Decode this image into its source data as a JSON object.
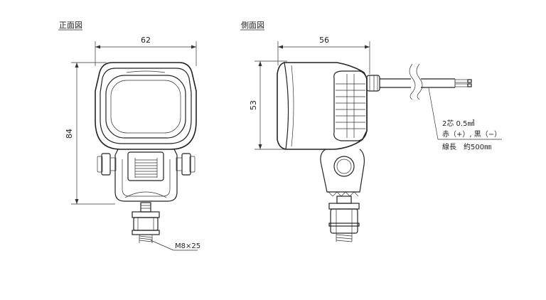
{
  "front_view": {
    "title": "正面図",
    "width_dim": "62",
    "height_dim": "84",
    "bolt_label": "M8×25"
  },
  "side_view": {
    "title": "側面図",
    "depth_dim": "56",
    "height_dim": "53",
    "cable_note": {
      "line1": "2芯 0.5㎟",
      "line2": "赤（+）, 黒（−）",
      "line3": "線長　約500㎜"
    }
  }
}
